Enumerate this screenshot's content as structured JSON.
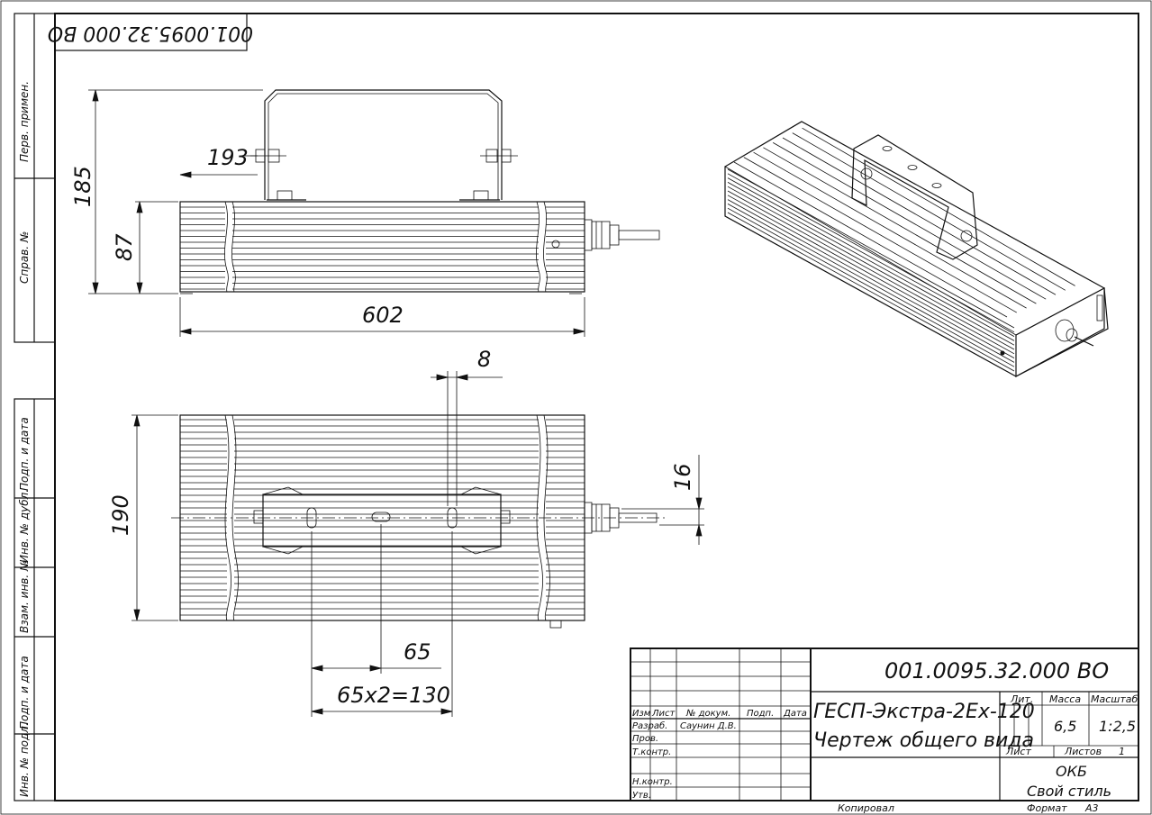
{
  "drawing": {
    "designation": "001.0095.32.000 ВО",
    "designation_mirrored": "001.0095.32.000 ВО",
    "product_name": "ГЕСП-Экстра-2Ex-120",
    "document_title": "Чертеж общего вида",
    "organization_line1": "ОКБ",
    "organization_line2": "Свой стиль",
    "copied_label": "Копировал",
    "format_label": "Формат",
    "format_value": "А3"
  },
  "side_strip": {
    "perv_primen": "Перв. примен.",
    "sprav_no": "Справ. №",
    "podp_data_1": "Подп. и дата",
    "inv_dubl": "Инв. № дубл.",
    "vzam_inv": "Взам. инв. №",
    "podp_data_2": "Подп. и дата",
    "inv_podl": "Инв. № подл."
  },
  "title_block": {
    "col_izm": "Изм",
    "col_list": "Лист",
    "col_doc": "№ докум.",
    "col_podp": "Подп.",
    "col_data": "Дата",
    "row_razrab": "Разраб.",
    "razrab_name": "Саунин Д.В.",
    "row_prov": "Пров.",
    "row_tkontr": "Т.контр.",
    "row_nkontr": "Н.контр.",
    "row_utv": "Утв.",
    "lit_label": "Лит.",
    "mass_label": "Масса",
    "scale_label": "Масштаб",
    "mass_value": "6,5",
    "scale_value": "1:2,5",
    "sheet_label": "Лист",
    "sheets_label": "Листов",
    "sheets_value": "1"
  },
  "dimensions": {
    "d193": "193",
    "d185": "185",
    "d87": "87",
    "d602": "602",
    "d8": "8",
    "d190": "190",
    "d16": "16",
    "d65": "65",
    "d65x2": "65x2=130"
  }
}
